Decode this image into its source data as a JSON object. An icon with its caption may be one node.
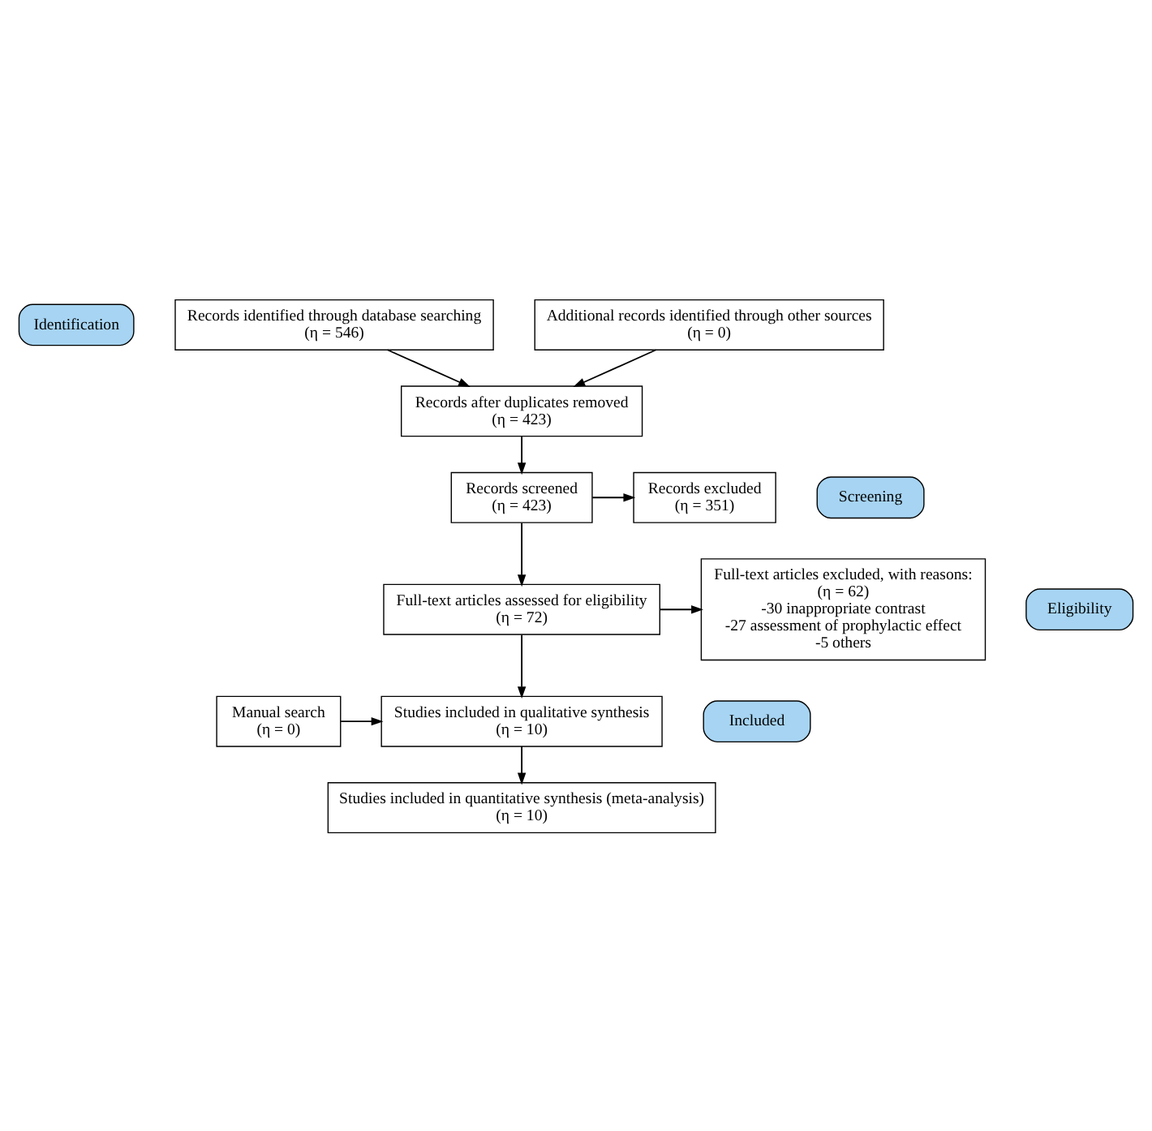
{
  "diagram": {
    "nodes": [
      {
        "text": [
          "Identification"
        ]
      },
      {
        "text": [
          "Records identified through database searching",
          "(η = 546)"
        ]
      },
      {
        "text": [
          "Additional records identified through other sources",
          "(η = 0)"
        ]
      },
      {
        "text": [
          "Records after duplicates removed",
          "(η = 423)"
        ]
      },
      {
        "text": [
          "Screening"
        ]
      },
      {
        "text": [
          "Records screened",
          "(η = 423)"
        ]
      },
      {
        "text": [
          "Records excluded",
          "(η = 351)"
        ]
      },
      {
        "text": [
          "Eligibility"
        ]
      },
      {
        "text": [
          "Full-text articles assessed for eligibility",
          "(η = 72)"
        ]
      },
      {
        "text": [
          "Full-text articles excluded, with reasons:",
          "(η = 62)",
          "-30 inappropriate contrast",
          "-27 assessment of prophylactic effect",
          "-5 others"
        ]
      },
      {
        "text": [
          "Included"
        ]
      },
      {
        "text": [
          "Studies included in qualitative synthesis",
          "(η = 10)"
        ]
      },
      {
        "text": [
          "Manual search",
          "(η = 0)"
        ]
      },
      {
        "text": [
          "Studies included in quantitative synthesis (meta-analysis)",
          "(η = 10)"
        ]
      }
    ],
    "edges": [
      {
        "from": 1,
        "to": 3,
        "arrow": "to"
      },
      {
        "from": 2,
        "to": 3,
        "arrow": "to"
      },
      {
        "from": 3,
        "to": 5,
        "arrow": "to"
      },
      {
        "from": 5,
        "to": 6,
        "arrow": "to"
      },
      {
        "from": 5,
        "to": 8,
        "arrow": "to"
      },
      {
        "from": 8,
        "to": 9,
        "arrow": "to"
      },
      {
        "from": 8,
        "to": 11,
        "arrow": "to"
      },
      {
        "from": 12,
        "to": 11,
        "arrow": "to"
      },
      {
        "from": 11,
        "to": 13,
        "arrow": "to"
      }
    ]
  }
}
